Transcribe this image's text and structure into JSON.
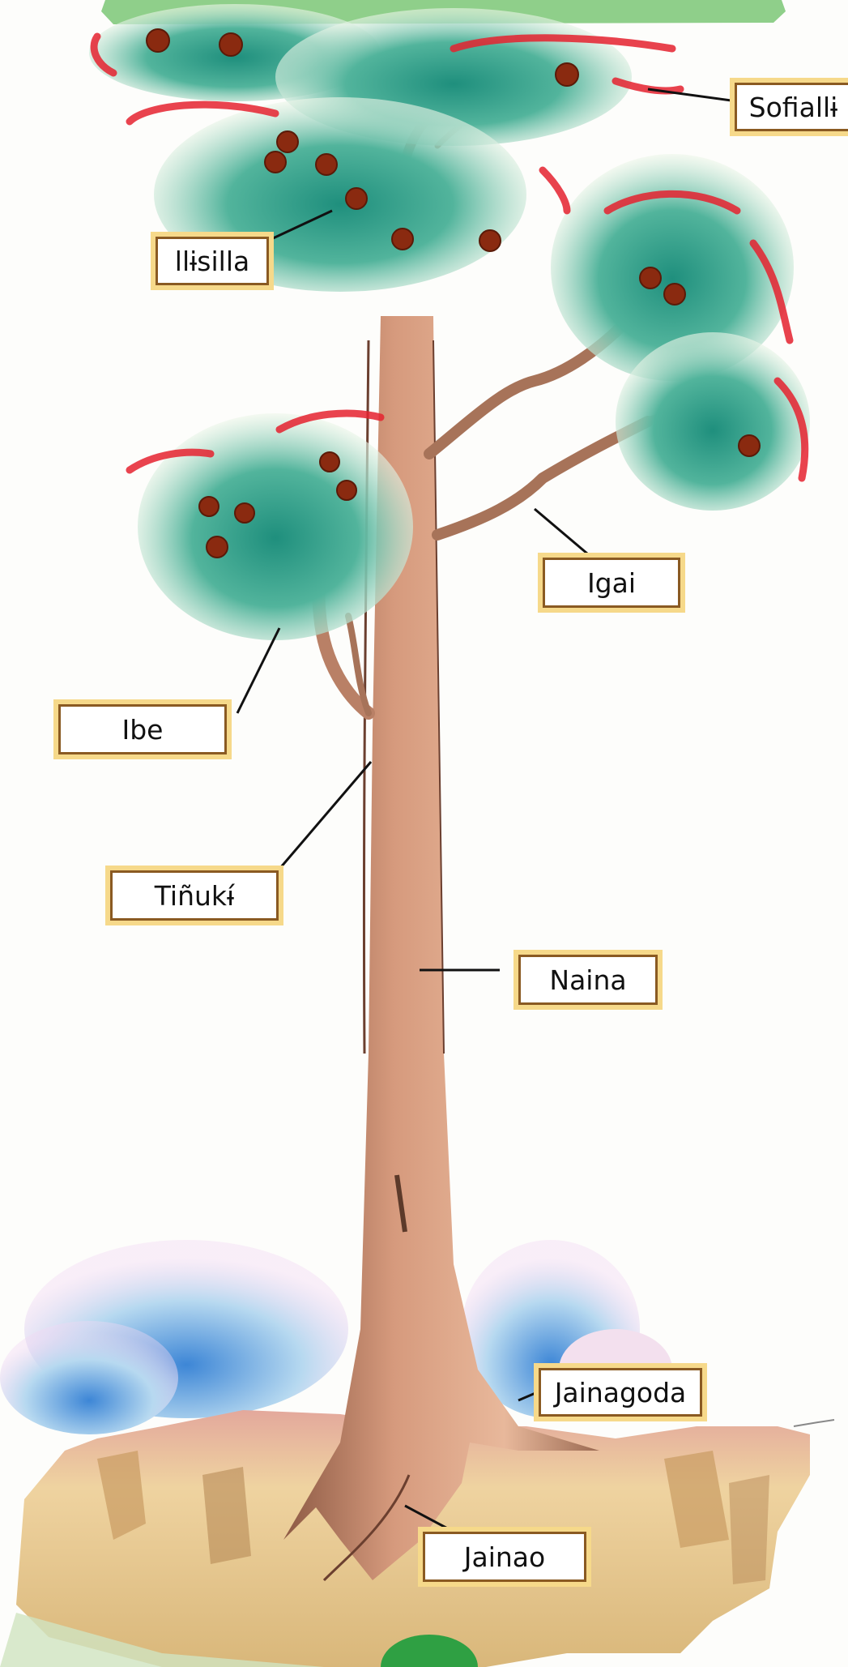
{
  "labels": {
    "sofialli": "Sofiallɨ",
    "llisilla": "llɨsilla",
    "igai": "Igai",
    "ibe": "Ibe",
    "tinuki": "Tiñukɨ́",
    "naina": "Naina",
    "jainagoda": "Jainagoda",
    "jainao": "Jainao"
  },
  "colors": {
    "trunk": "#c9876a",
    "leaves": "#2f9a86",
    "flower": "#e5222f",
    "fruit": "#8a2a10",
    "label_border": "#8a5a22",
    "label_frame": "#f6d98a",
    "soil": "#e9cf98",
    "top_banner": "#8fcf8a"
  }
}
